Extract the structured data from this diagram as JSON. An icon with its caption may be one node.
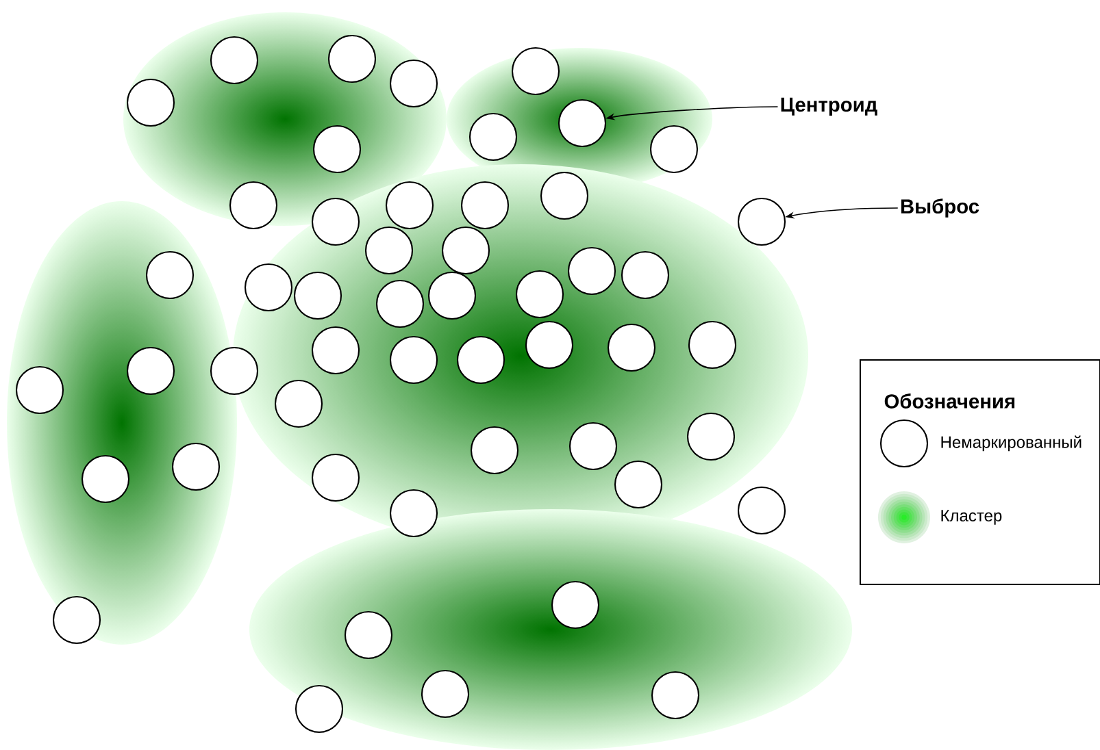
{
  "diagram": {
    "nodes": [
      {
        "text": [],
        "shape": "circle"
      },
      {
        "text": [],
        "shape": "circle"
      },
      {
        "text": [],
        "shape": "circle"
      },
      {
        "text": [],
        "shape": "circle"
      },
      {
        "text": [],
        "shape": "circle"
      },
      {
        "text": [
          "Центроид"
        ]
      },
      {
        "text": [],
        "shape": "circle"
      },
      {
        "text": [],
        "shape": "circle"
      },
      {
        "text": [],
        "shape": "circle"
      },
      {
        "text": [],
        "shape": "circle"
      },
      {
        "text": [],
        "shape": "circle"
      },
      {
        "text": [],
        "shape": "circle"
      },
      {
        "text": [],
        "shape": "circle"
      },
      {
        "text": [],
        "shape": "circle"
      },
      {
        "text": [
          "Выброс"
        ]
      },
      {
        "text": [],
        "shape": "circle"
      },
      {
        "text": [],
        "shape": "circle"
      },
      {
        "text": [],
        "shape": "circle"
      },
      {
        "text": [],
        "shape": "circle"
      },
      {
        "text": [],
        "shape": "circle"
      },
      {
        "text": [],
        "shape": "circle"
      },
      {
        "text": [],
        "shape": "circle"
      },
      {
        "text": [],
        "shape": "circle"
      },
      {
        "text": [],
        "shape": "circle"
      },
      {
        "text": [],
        "shape": "circle"
      },
      {
        "text": [],
        "shape": "circle"
      },
      {
        "text": [],
        "shape": "circle"
      },
      {
        "text": [],
        "shape": "circle"
      },
      {
        "text": [],
        "shape": "circle"
      },
      {
        "text": [],
        "shape": "circle"
      },
      {
        "text": [],
        "shape": "circle"
      },
      {
        "text": [],
        "shape": "circle"
      },
      {
        "text": [],
        "shape": "circle"
      },
      {
        "text": [],
        "shape": "circle"
      },
      {
        "text": [],
        "shape": "circle"
      },
      {
        "text": [],
        "shape": "circle"
      },
      {
        "text": [],
        "shape": "circle"
      },
      {
        "text": [],
        "shape": "circle"
      },
      {
        "text": [],
        "shape": "circle"
      },
      {
        "text": [],
        "shape": "circle"
      },
      {
        "text": [],
        "shape": "circle"
      },
      {
        "text": [],
        "shape": "circle"
      },
      {
        "text": [],
        "shape": "circle"
      },
      {
        "text": [],
        "shape": "circle"
      },
      {
        "text": [],
        "shape": "circle"
      },
      {
        "text": [],
        "shape": "circle"
      },
      {
        "text": [],
        "shape": "circle"
      },
      {
        "text": [],
        "shape": "circle"
      },
      {
        "text": [],
        "shape": "circle"
      },
      {
        "text": [],
        "shape": "circle"
      },
      {
        "text": [],
        "shape": "circle"
      },
      {
        "text": [],
        "shape": "circle"
      }
    ],
    "edges": [
      {
        "from": 5,
        "to": 6,
        "arrow": "to"
      },
      {
        "from": 14,
        "to": 16,
        "arrow": "to"
      }
    ],
    "labels": [
      "Обозначения"
    ],
    "legend": [
      {
        "text": "Немаркированный"
      },
      {
        "text": "Кластер"
      }
    ]
  }
}
